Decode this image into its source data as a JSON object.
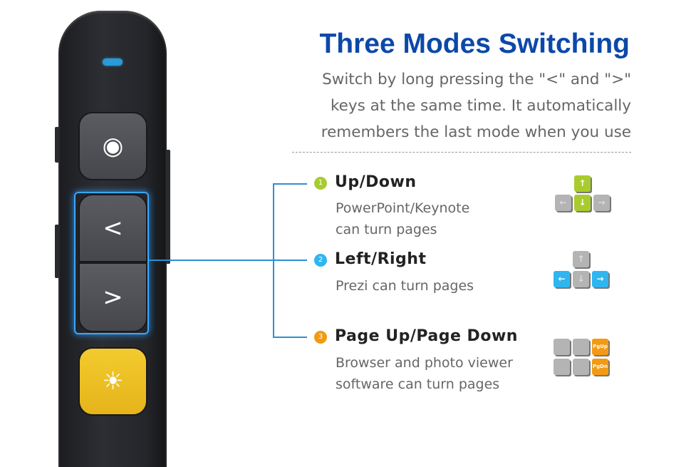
{
  "title": "Three Modes Switching",
  "subtitle": [
    "Switch by long pressing the \"<\" and \">\"",
    "keys at the same time. It automatically",
    "remembers the last mode when you use"
  ],
  "modes": [
    {
      "number": "1",
      "title": "Up/Down",
      "desc": [
        "PowerPoint/Keynote",
        "can turn pages"
      ],
      "color": "#a8cc2e"
    },
    {
      "number": "2",
      "title": "Left/Right",
      "desc": [
        "Prezi can turn pages"
      ],
      "color": "#2fb6f0"
    },
    {
      "number": "3",
      "title": "Page Up/Page Down",
      "desc": [
        "Browser and photo viewer",
        "software can turn pages"
      ],
      "color": "#f39a12"
    }
  ],
  "remote": {
    "target_icon": "◉",
    "prev": "<",
    "next": ">",
    "light_icon": "☀"
  },
  "keys": {
    "up": "↑",
    "down": "↓",
    "left": "←",
    "right": "→",
    "pgup": "PgUp",
    "pgdn": "PgDn"
  }
}
